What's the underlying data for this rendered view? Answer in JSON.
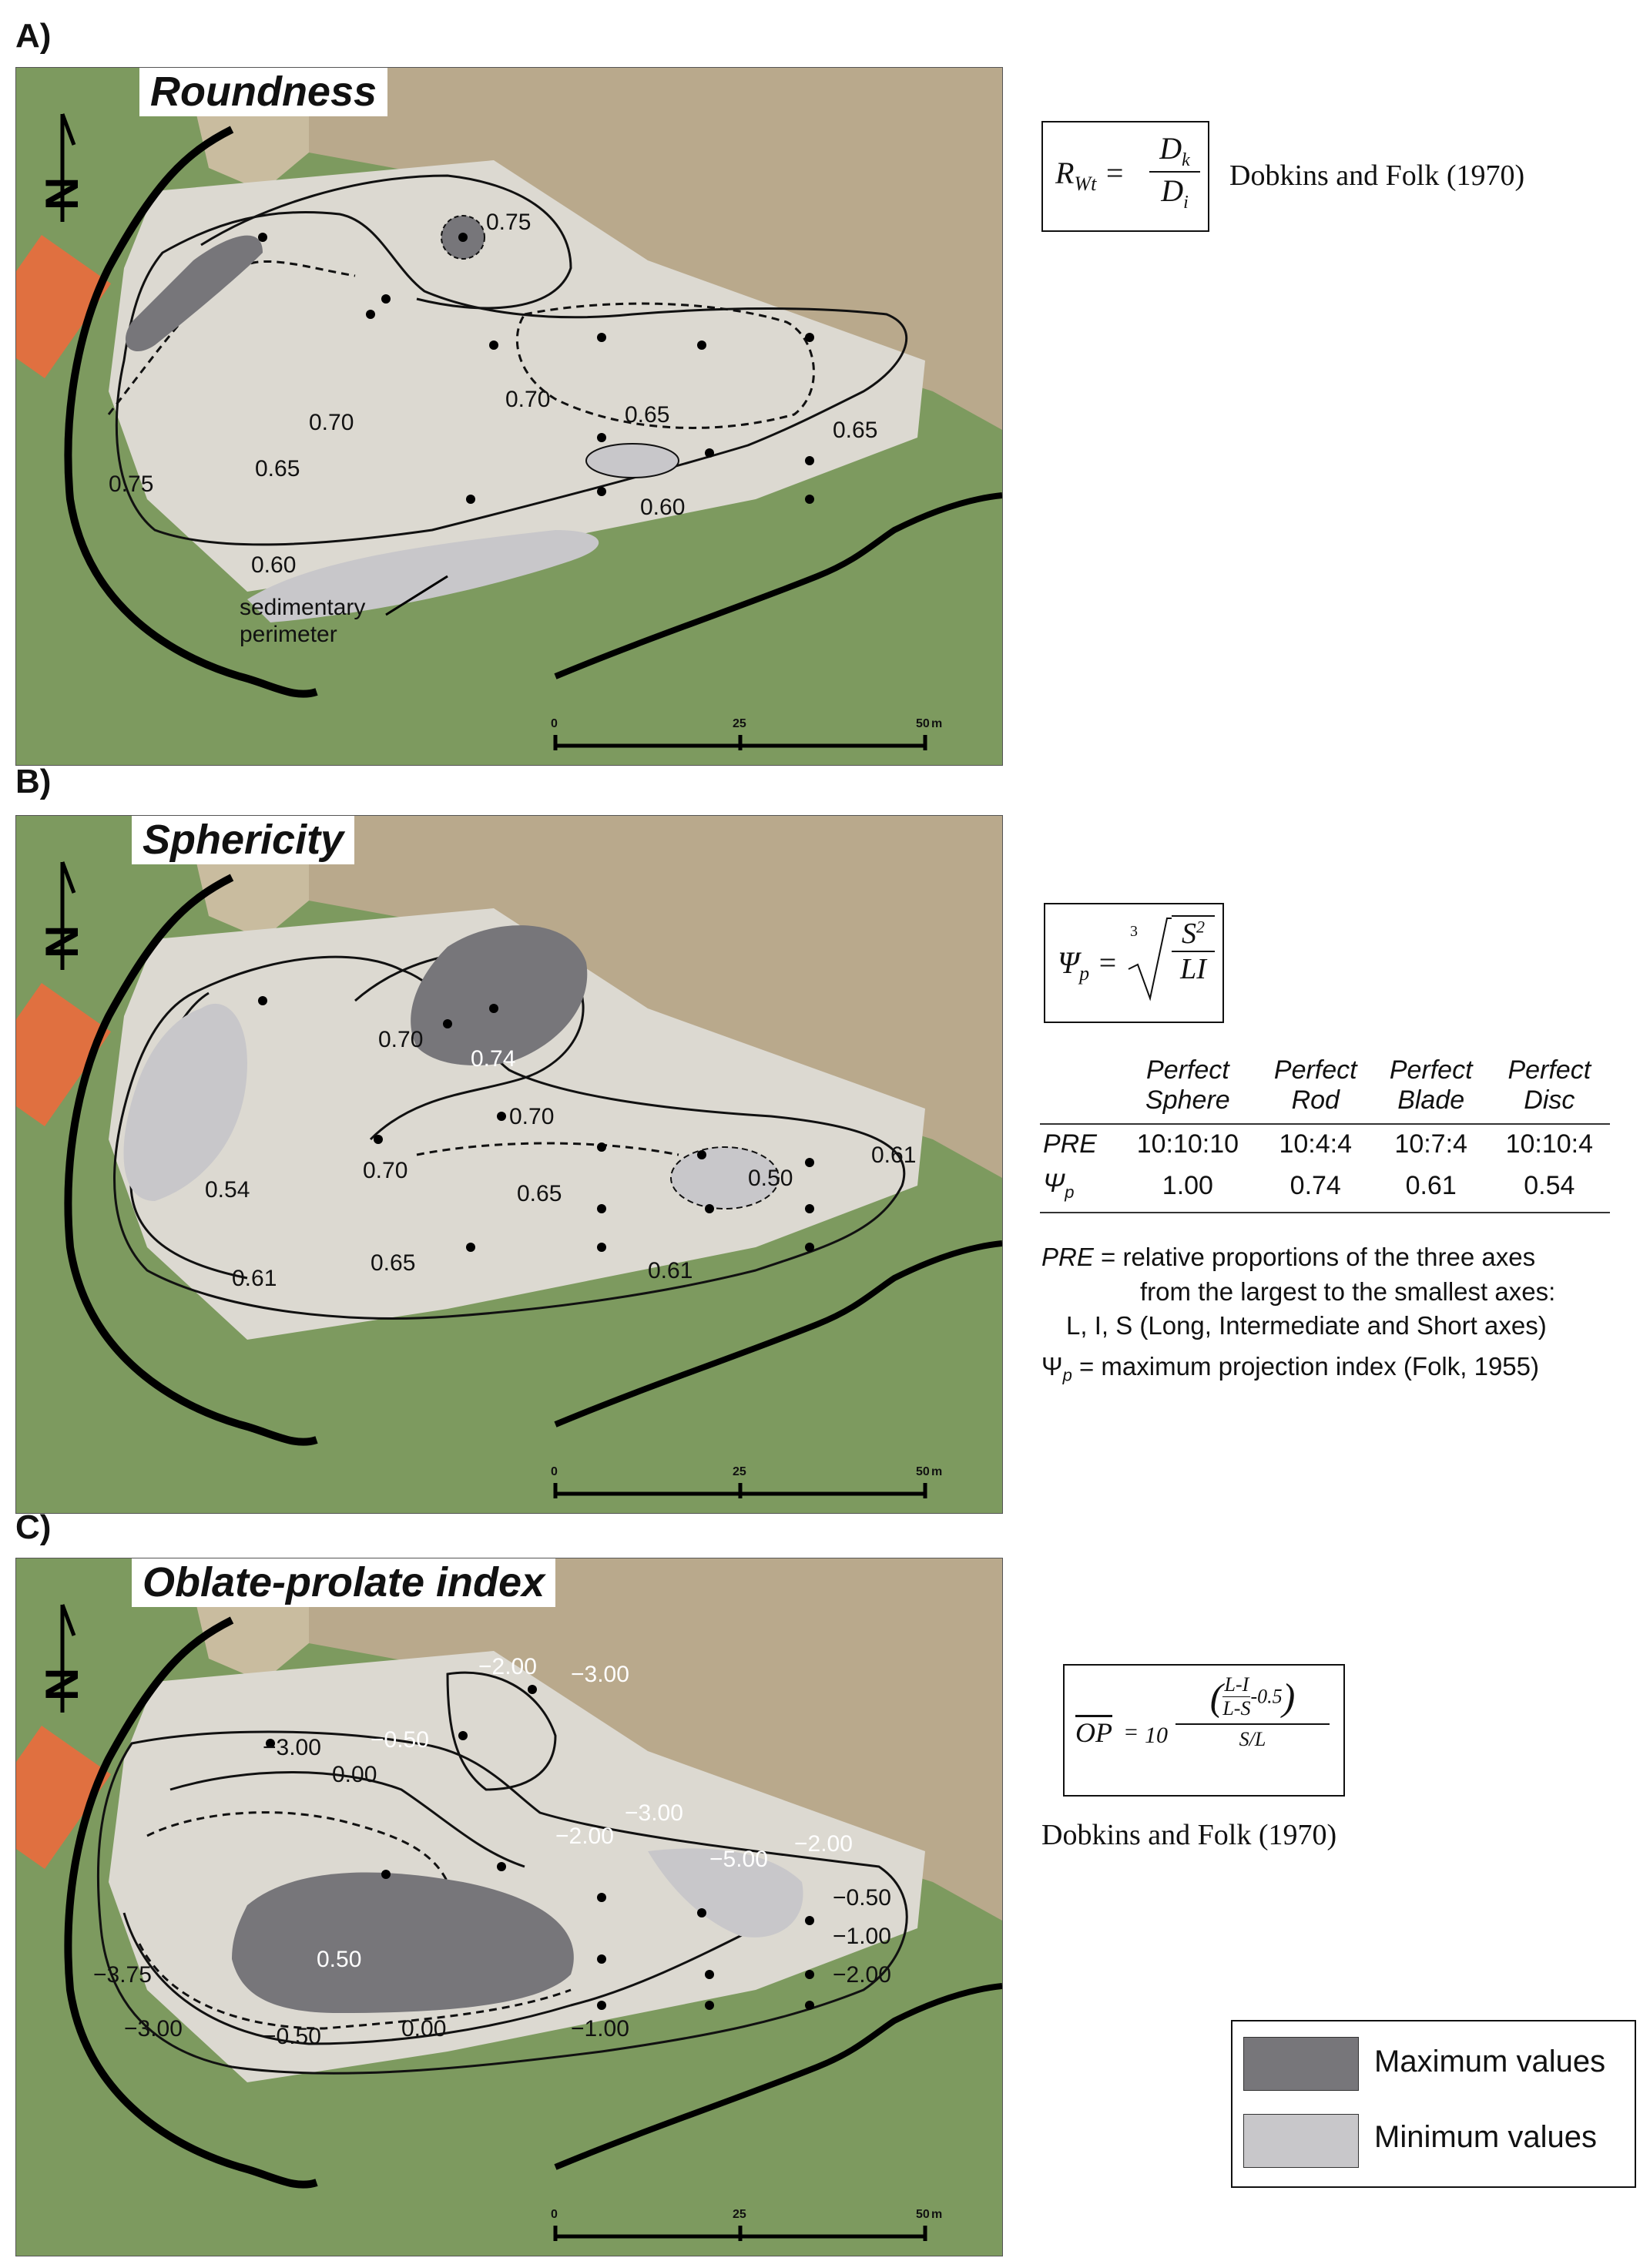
{
  "panels": [
    {
      "letter": "A)",
      "title": "Roundness",
      "contour_labels": [
        "0.75",
        "0.70",
        "0.70",
        "0.65",
        "0.65",
        "0.65",
        "0.75",
        "0.60",
        "0.60"
      ],
      "annotation": "sedimentary\nperimeter",
      "formula": {
        "lhs": "R",
        "lhs_sub": "Wt",
        "num": "D",
        "num_sub": "k",
        "den": "D",
        "den_sub": "i"
      },
      "reference": "Dobkins and Folk (1970)"
    },
    {
      "letter": "B)",
      "title": "Sphericity",
      "contour_labels": [
        "0.70",
        "0.74",
        "0.70",
        "0.70",
        "0.54",
        "0.65",
        "0.50",
        "0.61",
        "0.61",
        "0.61",
        "0.65"
      ],
      "formula": {
        "lhs": "Ψ",
        "lhs_sub": "p",
        "root_index": "3",
        "num": "S",
        "num_sup": "2",
        "den": "LI"
      }
    },
    {
      "letter": "C)",
      "title": "Oblate-prolate index",
      "contour_labels": [
        "−2.00",
        "−3.00",
        "−3.00",
        "−0.50",
        "0.00",
        "−3.00",
        "−2.00",
        "−5.00",
        "−2.00",
        "0.50",
        "−0.50",
        "−1.00",
        "−2.00",
        "−3.75",
        "−3.00",
        "−0.50",
        "0.00",
        "−1.00"
      ],
      "formula": {
        "lhs": "OP",
        "coef": "10",
        "num": "L-I",
        "den": "L-S",
        "tail": "-0.5",
        "outer_den": "S/L"
      },
      "reference": "Dobkins and Folk (1970)"
    }
  ],
  "scale_bar": {
    "ticks": [
      "0",
      "25",
      "50"
    ],
    "unit": "m"
  },
  "north_arrow": "N",
  "table": {
    "headers": [
      "",
      "Perfect\nSphere",
      "Perfect\nRod",
      "Perfect\nBlade",
      "Perfect\nDisc"
    ],
    "rows": [
      {
        "label": "PRE",
        "values": [
          "10:10:10",
          "10:4:4",
          "10:7:4",
          "10:10:4"
        ]
      },
      {
        "label": "Ψ",
        "label_sub": "p",
        "values": [
          "1.00",
          "0.74",
          "0.61",
          "0.54"
        ]
      }
    ]
  },
  "notes": {
    "pre_term": "PRE",
    "pre_text": " = relative proportions of the three axes",
    "pre_line2": "from the largest to the smallest axes:",
    "pre_line3": "L, I, S (Long, Intermediate and Short axes)",
    "psi_term": "Ψ",
    "psi_sub": "p",
    "psi_text": " = maximum projection index (Folk, 1955)"
  },
  "legend": {
    "items": [
      {
        "label": "Maximum values",
        "color": "#77767a"
      },
      {
        "label": "Minimum values",
        "color": "#c8c7ca"
      }
    ]
  },
  "colors": {
    "max_fill": "#77767a",
    "min_fill": "#c8c7ca",
    "grass": "#7d9a5f",
    "rock": "#b9a98c",
    "sediment": "#dcd9d1"
  }
}
